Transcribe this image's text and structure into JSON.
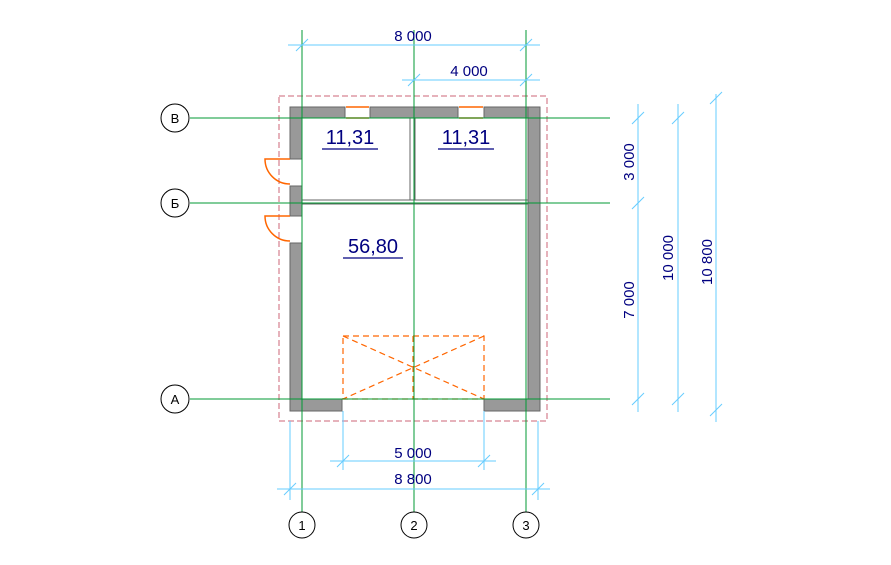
{
  "colors": {
    "axis_line": "#009933",
    "dimension_line": "#66ccff",
    "dimension_text": "#000080",
    "wall_fill": "#999999",
    "wall_stroke": "#666666",
    "opening": "#ff6600",
    "outline_dashed": "#cc6677",
    "marker_stroke": "#000000"
  },
  "axis_labels": {
    "rows": {
      "v": "В",
      "b": "Б",
      "a": "А"
    },
    "columns": {
      "c1": "1",
      "c2": "2",
      "c3": "3"
    }
  },
  "dimensions": {
    "top_total": "8 000",
    "top_right": "4 000",
    "bottom_inner": "5 000",
    "bottom_total": "8 800",
    "right_top": "3 000",
    "right_bottom": "7 000",
    "right_middle": "10 000",
    "right_outer": "10 800"
  },
  "rooms": [
    {
      "name": "room-1",
      "area": "11,31"
    },
    {
      "name": "room-2",
      "area": "11,31"
    },
    {
      "name": "room-3",
      "area": "56,80"
    }
  ]
}
